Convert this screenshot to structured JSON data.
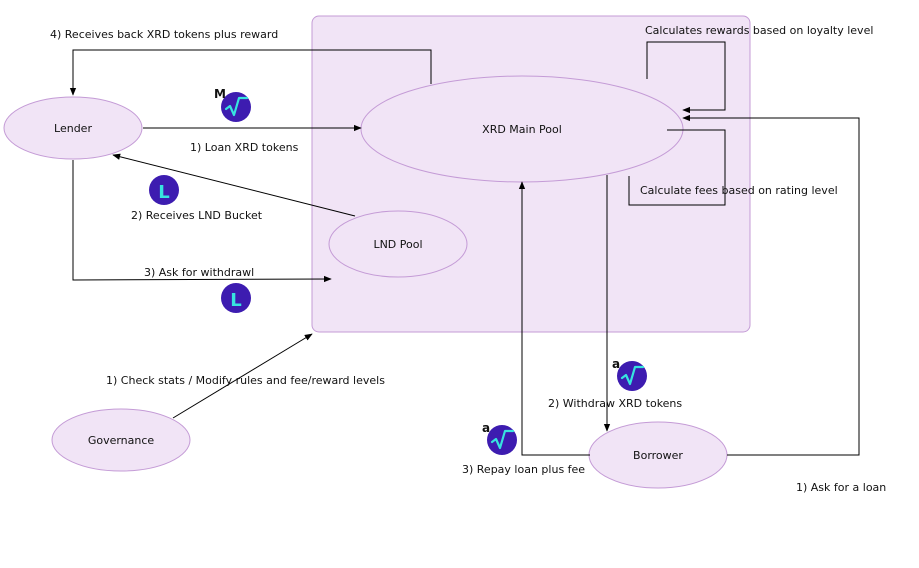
{
  "colors": {
    "node_fill": "#f1e4f6",
    "node_stroke": "#c49bd6",
    "region_fill": "#f1e4f6",
    "region_stroke": "#c49bd6",
    "arrow": "#000000",
    "icon_fill": "#3d1cb0",
    "icon_accent": "#37e4df"
  },
  "nodes": {
    "lender": "Lender",
    "main_pool": "XRD Main Pool",
    "lnd_pool": "LND Pool",
    "governance": "Governance",
    "borrower": "Borrower"
  },
  "labels": {
    "receives_back": "4) Receives back XRD tokens plus reward",
    "loan_xrd": "1) Loan XRD tokens",
    "receives_lnd": "2) Receives LND Bucket",
    "ask_withdrawl": "3) Ask for withdrawl",
    "calc_rewards": "Calculates rewards based on loyalty level",
    "calc_fees": "Calculate fees based on rating level",
    "governance_action": "1) Check stats / Modify rules and fee/reward levels",
    "withdraw_xrd": "2) Withdraw XRD tokens",
    "repay_loan": "3) Repay loan plus fee",
    "ask_loan": "1) Ask for a loan"
  },
  "icons": {
    "xrd_loan_badge": "M",
    "withdraw_badge": "a",
    "repay_badge": "a",
    "lnd_letter": "L"
  }
}
